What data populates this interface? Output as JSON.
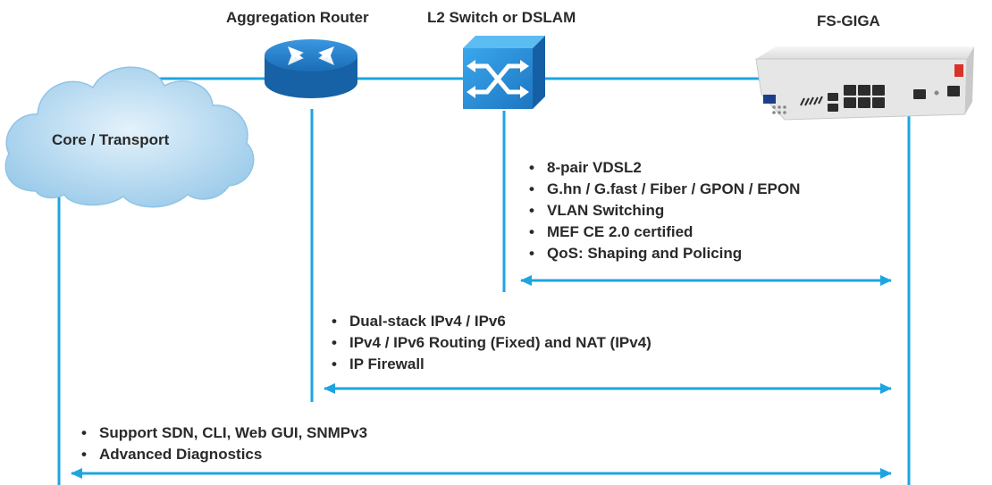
{
  "labels": {
    "aggregation_router": "Aggregation Router",
    "l2_switch": "L2 Switch or DSLAM",
    "fs_giga": "FS-GIGA",
    "core_transport": "Core / Transport"
  },
  "feature_groups": [
    {
      "items": [
        "8-pair VDSL2",
        "G.hn / G.fast / Fiber / GPON / EPON",
        "VLAN Switching",
        "MEF CE 2.0 certified",
        "QoS: Shaping and Policing"
      ]
    },
    {
      "items": [
        "Dual-stack IPv4 / IPv6",
        "IPv4 / IPv6 Routing (Fixed) and NAT (IPv4)",
        "IP Firewall"
      ]
    },
    {
      "items": [
        "Support SDN, CLI, Web GUI, SNMPv3",
        "Advanced Diagnostics"
      ]
    }
  ],
  "colors": {
    "line": "#1ea5e0",
    "cloud_fill": "#b9dcf2",
    "router_fill": "#1e78c4",
    "switch_fill": "#2a8fd6",
    "device_body": "#e9eaea"
  },
  "icons": [
    "cloud-icon",
    "router-icon",
    "switch-icon",
    "device-icon"
  ]
}
